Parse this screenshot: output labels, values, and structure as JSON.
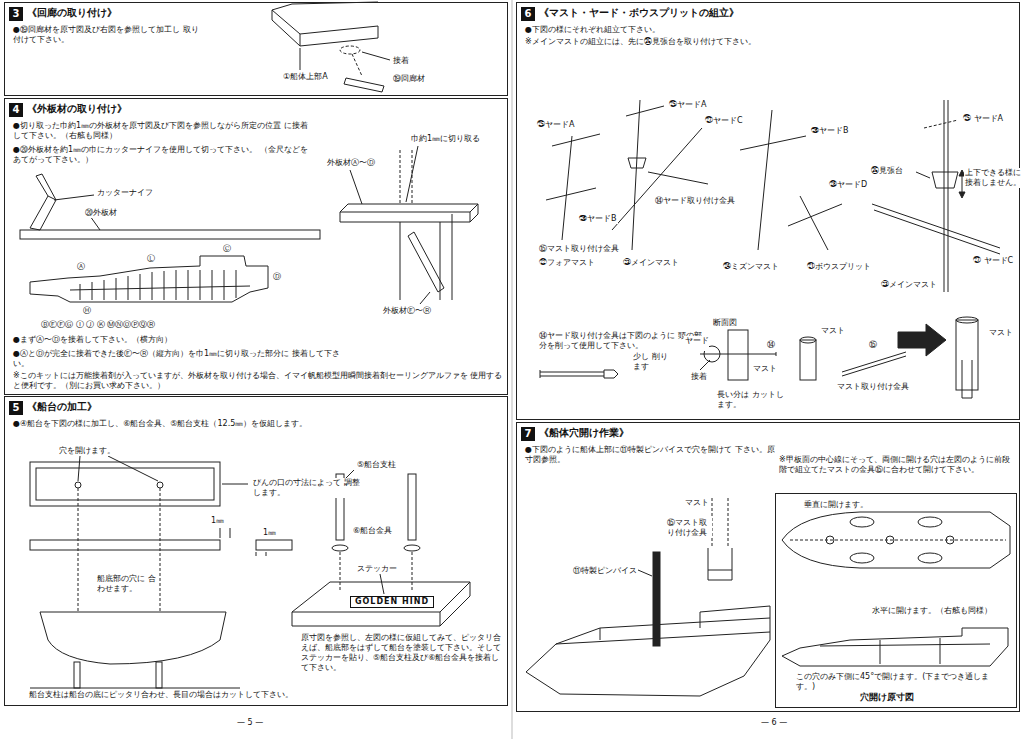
{
  "diagram": {
    "nodes": [
      {
        "text": [
          "3",
          "《回廊の取り付け》",
          "●⑲回廊材を原寸図及び右図を参照して加工し 取り付けて下さい。"
        ]
      },
      {
        "text": [
          "4",
          "《外板材の取り付け》",
          "●切り取った巾約1㎜の外板材を原寸図及び下図を参照しながら所定の位置 に接着して下さい。（右舷も同様）",
          "●⑳外板材を約1㎜の巾にカッターナイフを使用して切って下さい。 （金尺などをあてがって下さい。）",
          "●まずⒶ〜Ⓓを接着して下さい。（横方向）",
          "●ⒶとⒹが完全に接着できた後Ⓔ〜Ⓡ（縦方向）を巾1㎜に切り取った部分に 接着して下さい。",
          "※このキットには万能接着剤が入っていますが、外板材を取り付ける場合、イマイ帆船模型用瞬間接着剤セーリングアルファを 使用すると便利です。（別にお買い求め下さい。）"
        ]
      },
      {
        "text": [
          "5",
          "《船台の加工》",
          "●④船台を下図の様に加工し、⑥船台金具、⑤船台支柱（12.5㎜）を仮組します。",
          "原寸図を参照し、左図の様に仮組してみて、ピッタリ合えば、船底部をはずして船台を塗装して下さい。そしてステッカーを貼り、⑤船台支柱及び⑥船台金具を接着して下さい。"
        ]
      },
      {
        "text": [
          "6",
          "《マスト・ヤード・ボウスプリットの組立》",
          "●下図の様にそれぞれ組立て下さい。",
          "※メインマストの組立には、先に㉟見張台を取り付けて下さい。",
          "⑭ヤード取り付け金具は下図のように 頭の部分を削って使用して下さい。"
        ]
      },
      {
        "text": [
          "7",
          "《船体穴開け作業》",
          "●下図のように船体上部に⑪特製ピンバイスで穴を開けて 下さい。原寸図参照。",
          "※甲板面の中心線にそって、両側に開ける穴は左図のように前段階で組立てたマストの金具⑮に合わせて開けて下さい。"
        ]
      },
      {
        "text": [
          "垂直に開けます。",
          "水平に開けます。（右舷も同様）",
          "この穴のみ下側に45°で開けます。(下までつき通します。)",
          "穴開け原寸図"
        ],
        "in": 4
      }
    ],
    "labels": [
      "接着",
      "①船体上部A",
      "⑲回廊材",
      "巾約1㎜に切り取る",
      "外板材Ⓐ〜Ⓓ",
      "カッターナイフ",
      "⑳外板材",
      "Ⓐ",
      "Ⓛ",
      "Ⓒ",
      "Ⓓ",
      "Ⓗ",
      "ⒷⒺⒻⒼ Ⓘ Ⓙ Ⓚ ⓂⓃⓄⓅⓆⓇ",
      "外板材Ⓔ〜Ⓡ",
      "穴を開けます。",
      "びんの口の寸法によって 調整します。",
      "1㎜",
      "1㎜",
      "船底部の穴に 合わせます。",
      "⑤船台支柱",
      "⑥船台金具",
      "ステッカー",
      "GOLDEN HIND",
      "船台支柱は船台の底にピッタリ合わせ、長目の場合はカットして下さい。",
      "— 5 —",
      "㉕ヤードA",
      "㉖ヤードB",
      "㉕ヤードA",
      "㉗ヤードC",
      "⑭ヤード取り付け金具",
      "㉖ヤードB",
      "㉘ヤードD",
      "㉟見張台",
      "㉕ ヤードA",
      "上下できる様に 接着しません。",
      "㉗ ヤードC",
      "⑮マスト取り付け金具",
      "㉒フォアマスト",
      "㉓メインマスト",
      "㉔ミズンマスト",
      "㉑ボウスプリット",
      "㉓メインマスト",
      "少し 削ります",
      "断面図",
      "ヤード",
      "⑭",
      "接着",
      "マスト",
      "長い分は カットします。",
      "マスト",
      "⑮",
      "マスト取り付け金具",
      "マスト",
      "マスト",
      "⑮マスト取り付け金具",
      "⑪特製ピンバイス",
      "— 6 —"
    ]
  }
}
